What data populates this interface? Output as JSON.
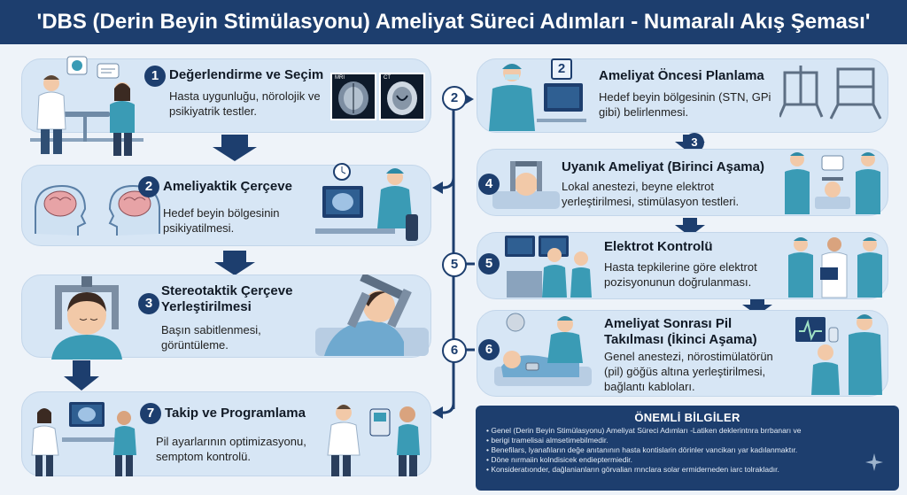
{
  "header": {
    "title": "'DBS (Derin Beyin Stimülasyonu) Ameliyat Süreci Adımları - Numaralı Akış Şeması'"
  },
  "steps": {
    "s1": {
      "num": "1",
      "title": "Değerlendirme ve Seçim",
      "desc": "Hasta uygunluğu, nörolojik ve psikiyatrik testler.",
      "mri_label": "MRI",
      "ct_label": "CT"
    },
    "s2": {
      "num": "2",
      "title": "Ameliyaktik Çerçeve",
      "desc": "Hedef beyin bölgesinin psikiyatilmesi."
    },
    "s3": {
      "num": "3",
      "title": "Stereotaktik Çerçeve Yerleştirilmesi",
      "desc": "Başın sabitlenmesi, görüntüleme."
    },
    "s7": {
      "num": "7",
      "title": "Takip ve Programlama",
      "desc": "Pil ayarlarının optimizasyonu, semptom kontrolü."
    },
    "r2": {
      "num": "2",
      "title": "Ameliyat Öncesi Planlama",
      "desc": "Hedef beyin bölgesinin (STN, GPi gibi) belirlenmesi."
    },
    "r4": {
      "num": "4",
      "title": "Uyanık Ameliyat (Birinci Aşama)",
      "desc": "Lokal anestezi, beyne elektrot yerleştirilmesi, stimülasyon testleri."
    },
    "r5": {
      "num": "5",
      "title": "Elektrot Kontrolü",
      "desc": "Hasta tepkilerine göre elektrot pozisyonunun doğrulanması."
    },
    "r6": {
      "num": "6",
      "title": "Ameliyat Sonrası Pil Takılması (İkinci Aşama)",
      "desc": "Genel anestezi, nörostimülatörün (pil) göğüs altına yerleştirilmesi, bağlantı kabloları."
    }
  },
  "connectors": {
    "spine2": "2",
    "spine5": "5",
    "spine6": "6",
    "arrow3": "3"
  },
  "info": {
    "title": "ÖNEMLİ BİLGİLER",
    "items": [
      "Genel (Derin Beyin Stimülasyonu) Ameliyat Süreci Adımları -Latiken deklerintnra brrbanarı ve",
      "berigi tramelisai almsetimebilmedir.",
      "Benefilars, lyanafıların değe anıtanının hasta kontislarin dörinler vancikarı yar kadılanmaktır.",
      "Döne nırmaiin kolndisicek endieptermiedir.",
      "Konsideratıonder, dağlanianların görvalian rnnclara solar ermiderneden iarc tolrakladır."
    ]
  },
  "colors": {
    "navy": "#1d3e6e",
    "card": "#d7e6f5",
    "teal": "#3a9bb5",
    "bg": "#eef3f9"
  }
}
